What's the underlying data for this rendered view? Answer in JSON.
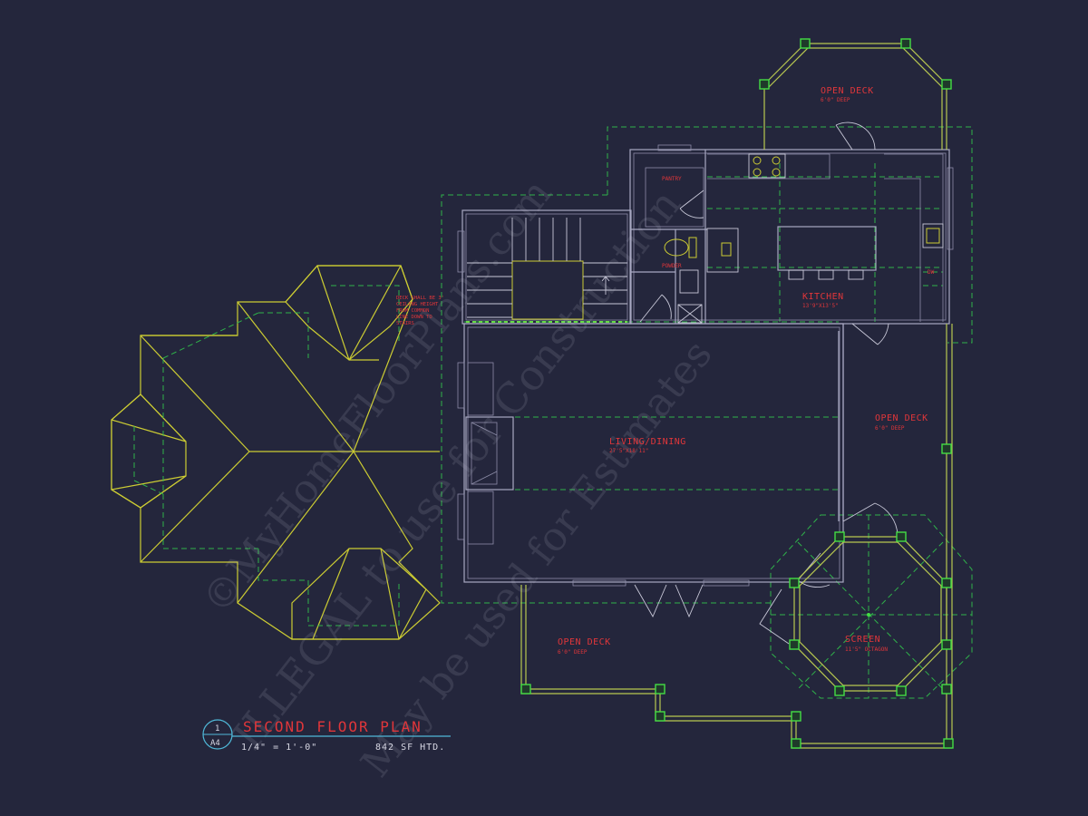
{
  "rooms": {
    "open_deck_top": {
      "name": "OPEN DECK",
      "dim": "6'0\" DEEP"
    },
    "pantry": {
      "name": "PANTRY"
    },
    "powder": {
      "name": "POWDER"
    },
    "kitchen": {
      "name": "KITCHEN",
      "dim": "13'9\"X13'5\""
    },
    "dw": {
      "name": "DW"
    },
    "living": {
      "name": "LIVING/DINING",
      "dim": "27'5\"X18'11\""
    },
    "open_deck_right": {
      "name": "OPEN DECK",
      "dim": "6'0\" DEEP"
    },
    "open_deck_bottom": {
      "name": "OPEN DECK",
      "dim": "6'0\" DEEP"
    },
    "screen": {
      "name": "SCREEN",
      "dim": "11'5\" OCTAGON"
    }
  },
  "note": {
    "lines": [
      "DECK SHALL BE 3'",
      "CEILING HEIGHT",
      "FROM COMMON",
      "LINE DOWN TO",
      "STAIRS"
    ]
  },
  "title_block": {
    "number": "1",
    "sheet": "A4",
    "title": "SECOND FLOOR PLAN",
    "scale": "1/4\" = 1'-0\"",
    "area": "842 SF HTD."
  },
  "watermark": {
    "line1": "©MyHomeFloorPlans.com",
    "line2": "ILLEGAL to use for Construction",
    "line3": "May be used for Estimates"
  },
  "colors": {
    "background": "#24263c",
    "label_red": "#e0363a",
    "roof_yellow": "#cccc33",
    "hidden_green": "#2fb34a",
    "wall_gray": "#a8a8c2"
  }
}
